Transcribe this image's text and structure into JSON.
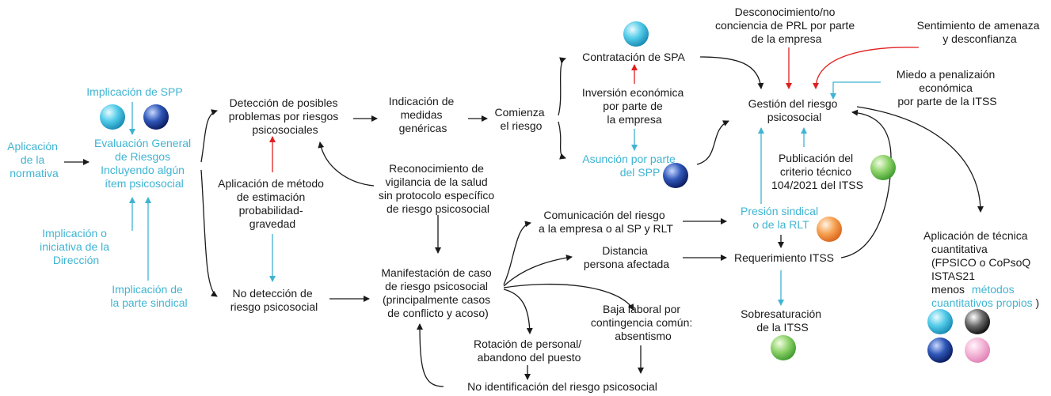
{
  "colors": {
    "text": "#1a1a1a",
    "accent_blue": "#3fb4d3",
    "arrow_red": "#e02020",
    "arrow_black": "#1a1a1a"
  },
  "nodes": {
    "implicacion_spp": [
      "Implicación de SPP"
    ],
    "aplicacion_normativa": [
      "Aplicación",
      "de la",
      "normativa"
    ],
    "evaluacion_general": [
      "Evaluación General",
      "de Riesgos",
      "Incluyendo algún",
      "ítem psicosocial"
    ],
    "implicacion_direccion": [
      "Implicación o",
      "iniciativa de la",
      "Dirección"
    ],
    "implicacion_sindical": [
      "Implicación de",
      "la parte sindical"
    ],
    "deteccion_posibles": [
      "Detección de posibles",
      "problemas por riesgos",
      "psicosociales"
    ],
    "aplicacion_metodo": [
      "Aplicación de método",
      "de estimación",
      "probabilidad-",
      "gravedad"
    ],
    "no_deteccion": [
      "No detección de",
      "riesgo psicosocial"
    ],
    "indicacion_medidas": [
      "Indicación de",
      "medidas",
      "genéricas"
    ],
    "comienza_riesgo": [
      "Comienza",
      "el riesgo"
    ],
    "reconocimiento_vigilancia": [
      "Reconocimiento de",
      "vigilancia de la salud",
      "sin protocolo específico",
      "de riesgo psicosocial"
    ],
    "manifestacion_caso": [
      "Manifestación de caso",
      "de riesgo psicosocial",
      "(principalmente casos",
      "de conflicto y acoso)"
    ],
    "contratacion_spa": [
      "Contratación de SPA"
    ],
    "inversion_economica": [
      "Inversión económica",
      "por parte de",
      "la empresa"
    ],
    "asuncion_spp": [
      "Asunción por parte",
      "del SPP"
    ],
    "desconocimiento_prl": [
      "Desconocimiento/no",
      "conciencia de PRL por parte",
      "de la empresa"
    ],
    "sentimiento_amenaza": [
      "Sentimiento de amenaza",
      "y desconfianza"
    ],
    "miedo_penalizacion": [
      "Miedo a penalizaión",
      "económica",
      "por parte de la ITSS"
    ],
    "gestion_riesgo": [
      "Gestión del riesgo",
      "psicosocial"
    ],
    "publicacion_criterio": [
      "Publicación del",
      "criterio técnico",
      "104/2021 del ITSS"
    ],
    "comunicacion_riesgo": [
      "Comunicación del riesgo",
      "a la empresa o al SP y RLT"
    ],
    "presion_sindical": [
      "Presión sindical",
      "o de la RLT"
    ],
    "distancia_persona": [
      "Distancia",
      "persona afectada"
    ],
    "requerimiento_itss": [
      "Requerimiento ITSS"
    ],
    "baja_laboral": [
      "Baja laboral por",
      "contingencia común:",
      "absentismo"
    ],
    "rotacion_personal": [
      "Rotación de personal/",
      "abandono del puesto"
    ],
    "no_identificacion": [
      "No identificación del riesgo psicosocial"
    ],
    "sobresaturacion_itss": [
      "Sobresaturación",
      "de la ITSS"
    ],
    "aplicacion_tecnica": [
      "Aplicación de técnica",
      "cuantitativa",
      "(FPSICO o CoPsoQ",
      "ISTAS21",
      "menos"
    ],
    "metodos_cuantitativos": {
      "a": "métodos",
      "b": "cuantitativos propios",
      "c": ")"
    }
  },
  "spheres": [
    {
      "name": "light-blue",
      "colors": [
        "#e9fbff",
        "#52cbe8",
        "#1788b2"
      ]
    },
    {
      "name": "dark-blue",
      "colors": [
        "#c8d8ff",
        "#2f57b8",
        "#0a1a5c"
      ]
    },
    {
      "name": "green",
      "colors": [
        "#f2fce4",
        "#8fd36b",
        "#3e9a2e"
      ]
    },
    {
      "name": "orange",
      "colors": [
        "#fff3e6",
        "#f7a354",
        "#d9641a"
      ]
    },
    {
      "name": "black",
      "colors": [
        "#ffffff",
        "#6a6a6a",
        "#0d0d0d"
      ]
    },
    {
      "name": "pink",
      "colors": [
        "#fff5fb",
        "#f4b8d8",
        "#e07fb4"
      ]
    }
  ]
}
